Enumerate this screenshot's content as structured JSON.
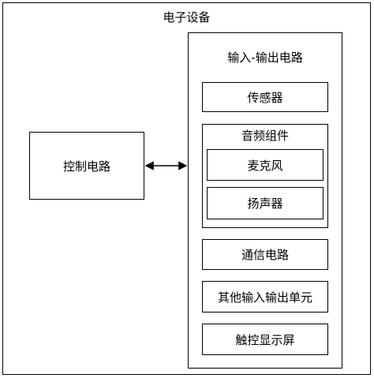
{
  "device": {
    "title": "电子设备"
  },
  "control": {
    "label": "控制电路"
  },
  "io": {
    "title": "输入-输出电路",
    "sensor": "传感器",
    "audio": {
      "title": "音频组件",
      "mic": "麦克风",
      "speaker": "扬声器"
    },
    "comm": "通信电路",
    "other": "其他输入输出单元",
    "touch": "触控显示屏"
  }
}
